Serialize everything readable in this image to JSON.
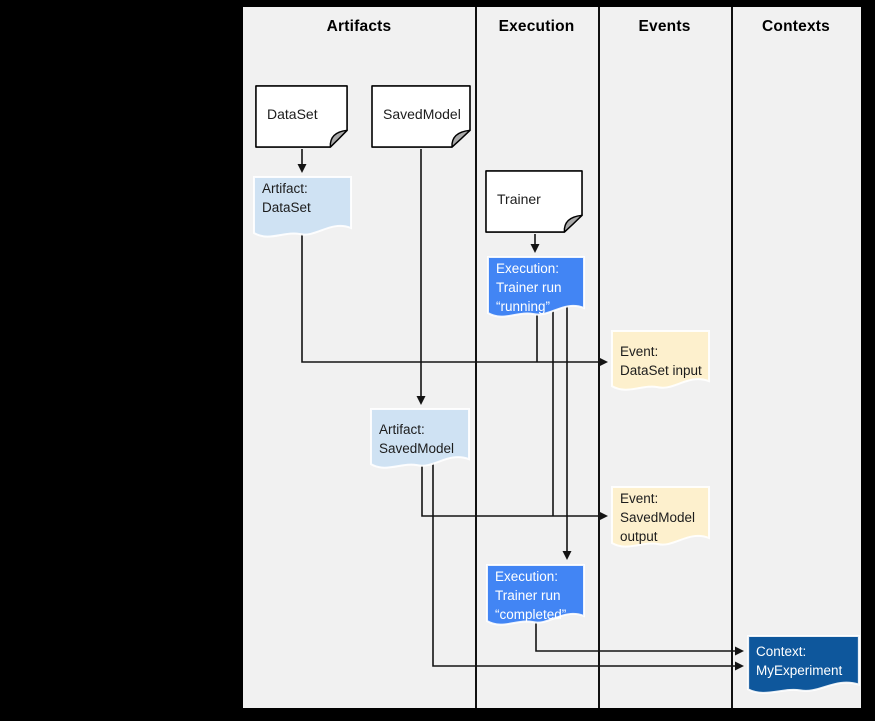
{
  "lanes": {
    "artifacts": "Artifacts",
    "execution": "Execution",
    "events": "Events",
    "contexts": "Contexts"
  },
  "nodes": {
    "dataset": {
      "label": "DataSet"
    },
    "savedmodel": {
      "label": "SavedModel"
    },
    "trainer": {
      "label": "Trainer"
    },
    "artifact_dataset": {
      "lines": [
        "Artifact:",
        "DataSet"
      ]
    },
    "execution_running": {
      "lines": [
        "Execution:",
        "Trainer run",
        "“running”"
      ]
    },
    "event_dataset_input": {
      "lines": [
        "Event:",
        "DataSet input"
      ]
    },
    "artifact_savedmodel": {
      "lines": [
        "Artifact:",
        "SavedModel"
      ]
    },
    "event_savedmodel_output": {
      "lines": [
        "Event:",
        "SavedModel",
        "output"
      ]
    },
    "execution_completed": {
      "lines": [
        "Execution:",
        "Trainer run",
        "“completed”"
      ]
    },
    "context_myexperiment": {
      "lines": [
        "Context:",
        "MyExperiment"
      ]
    }
  },
  "edges": [
    "DataSet -> Artifact: DataSet",
    "SavedModel -> Artifact: SavedModel",
    "Trainer -> Execution: Trainer run running",
    "Artifact: DataSet -> Event: DataSet input",
    "Execution: Trainer run running -> Event: DataSet input",
    "Execution: Trainer run running -> Event: SavedModel output",
    "Execution: Trainer run running -> Execution: Trainer run completed",
    "Artifact: SavedModel -> Event: SavedModel output",
    "Artifact: SavedModel -> Context: MyExperiment",
    "Execution: Trainer run completed -> Context: MyExperiment"
  ],
  "colors": {
    "page_background": "#000000",
    "lane_background": "#f1f1f1",
    "artifact_fill": "#cfe2f3",
    "execution_fill": "#4285f4",
    "event_fill": "#fdf0cd",
    "context_fill": "#0e579c",
    "line_color": "#141414"
  }
}
